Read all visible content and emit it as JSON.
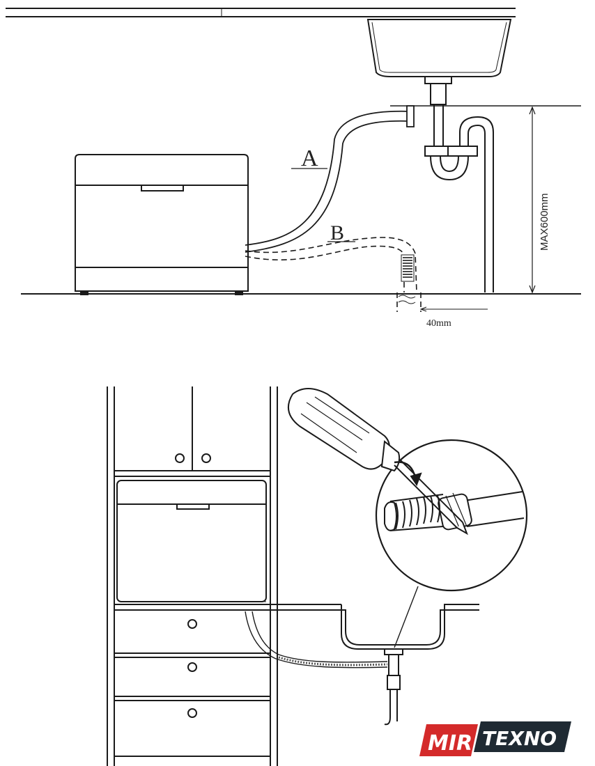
{
  "top_diagram": {
    "label_a": "A",
    "label_b": "B",
    "dim_height": "MAX600mm",
    "dim_gap": "40mm"
  },
  "logo": {
    "part1": "MIR",
    "part2": "TEXNO",
    "colors": {
      "red": "#d42a2a",
      "dark": "#1f2a33"
    }
  },
  "icons": [
    "dishwasher-icon",
    "sink-icon",
    "screwdriver-icon",
    "hose-clamp-icon"
  ]
}
